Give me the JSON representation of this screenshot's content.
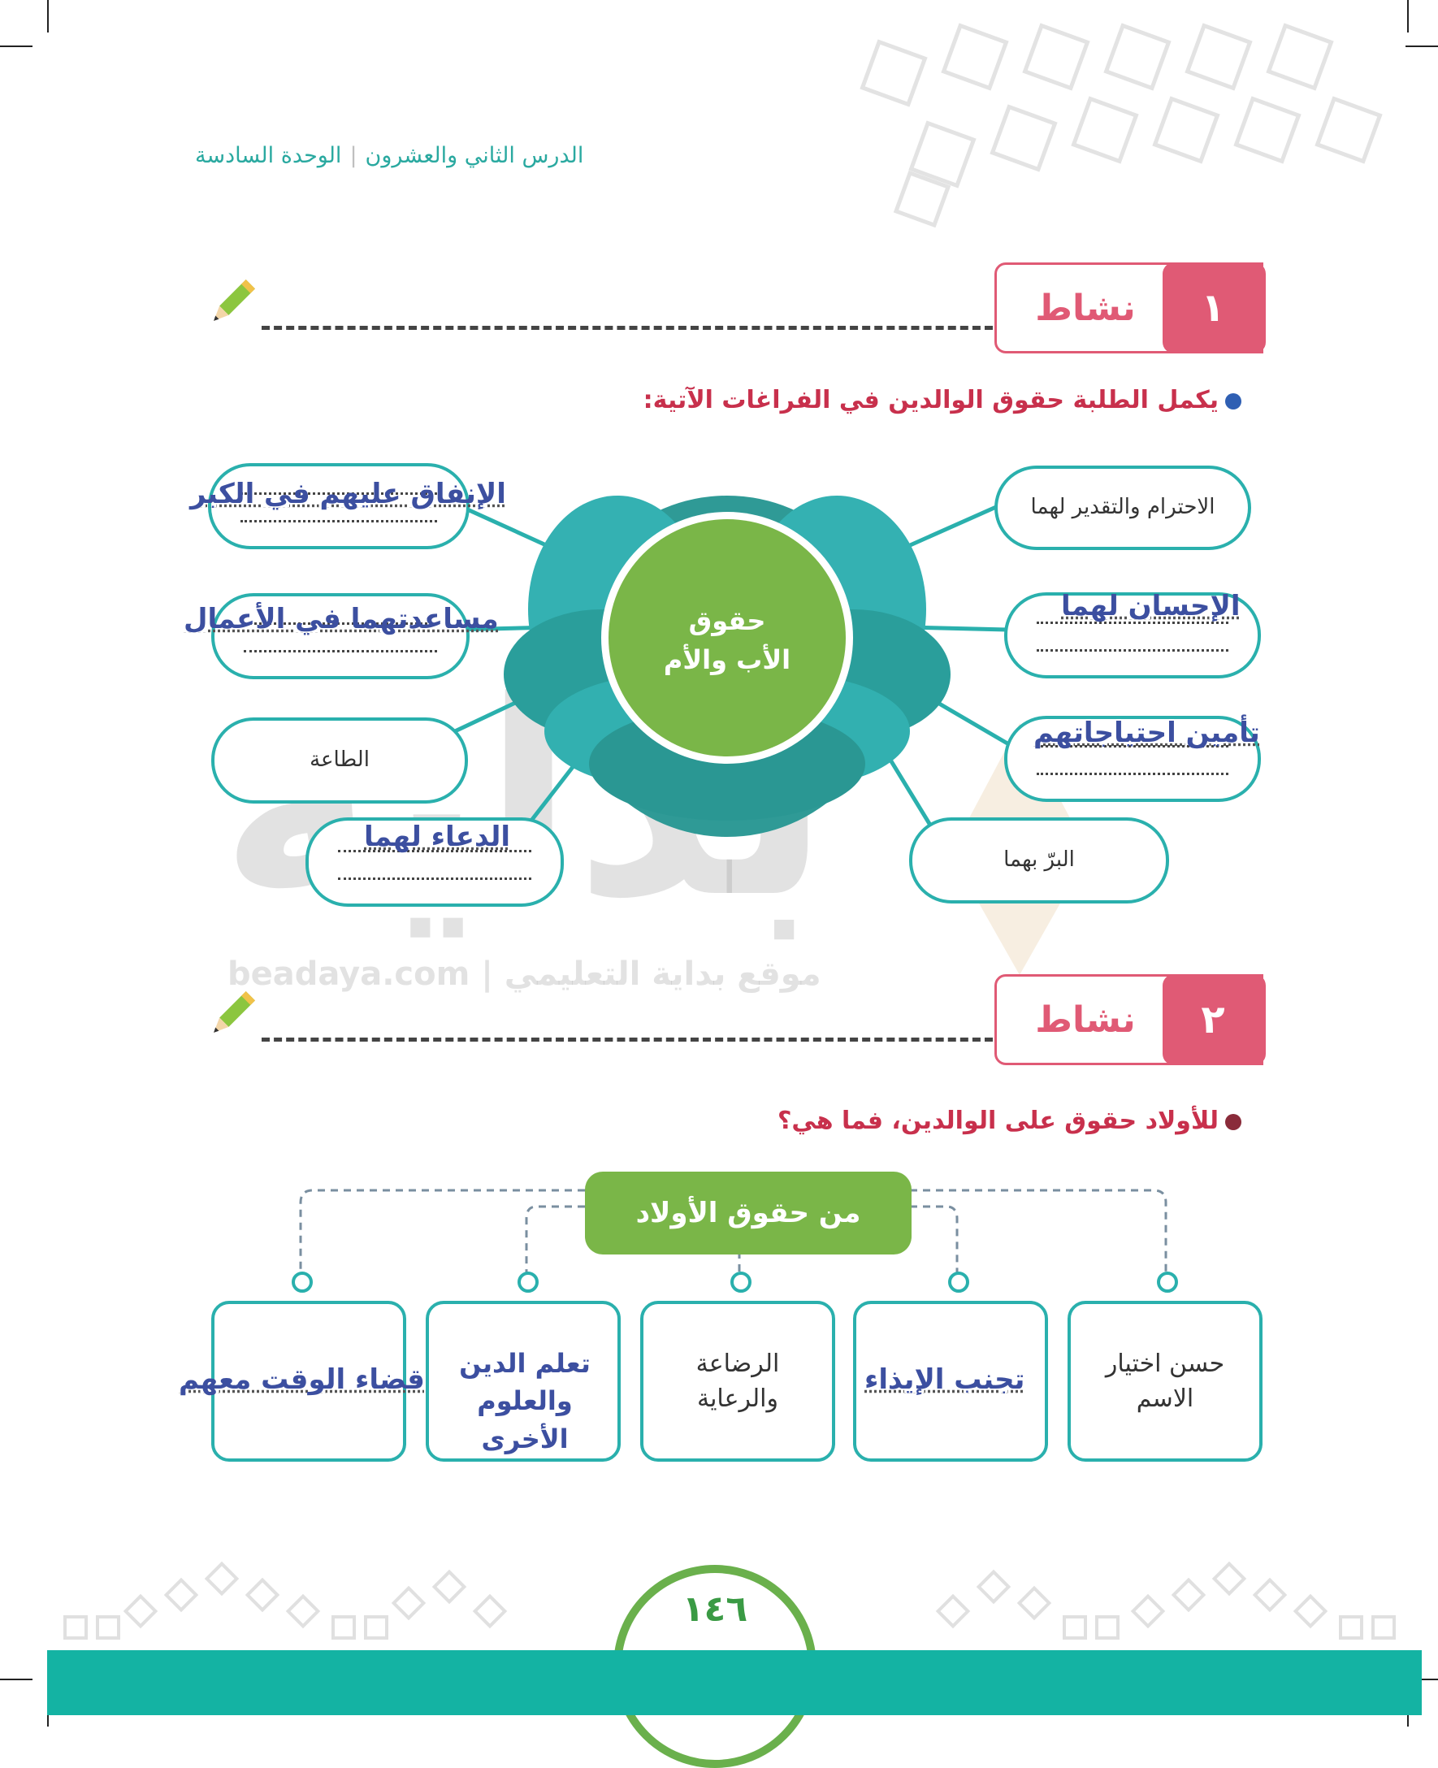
{
  "header": {
    "unit": "الوحدة السادسة",
    "lesson": "الدرس الثاني والعشرون"
  },
  "activity1": {
    "label": "نشاط",
    "number": "١",
    "question": "يكمل الطلبة حقوق الوالدين في الفراغات الآتية:",
    "center": {
      "line1": "حقوق",
      "line2": "الأب والأم"
    },
    "right_items": [
      {
        "printed": "الاحترام والتقدير لهما",
        "written": ""
      },
      {
        "printed": "",
        "written": "الإحسان لهما"
      },
      {
        "printed": "",
        "written": "تأمين احتياجاتهم"
      },
      {
        "printed": "البرّ بهما",
        "written": ""
      }
    ],
    "left_items": [
      {
        "printed": "",
        "written": "الإنفاق عليهم في الكبر"
      },
      {
        "printed": "",
        "written": "مساعدتهما في الأعمال"
      },
      {
        "printed": "الطاعة",
        "written": ""
      },
      {
        "printed": "",
        "written": "الدعاء لهما"
      }
    ]
  },
  "activity2": {
    "label": "نشاط",
    "number": "٢",
    "question": "للأولاد حقوق على الوالدين، فما هي؟",
    "header": "من حقوق الأولاد",
    "cards": [
      {
        "printed": "حسن اختيار الاسم",
        "written": ""
      },
      {
        "printed": "",
        "written": "تجنب الإيذاء"
      },
      {
        "printed": "الرضاعة والرعاية",
        "written": ""
      },
      {
        "printed": "",
        "written": "تعلم الدين والعلوم الأخرى"
      },
      {
        "printed": "",
        "written": "قضاء الوقت معهم"
      }
    ]
  },
  "watermark": {
    "brand": "بداية",
    "tagline": "موقع بداية التعليمي",
    "site": "beadaya.com"
  },
  "footer": {
    "page_number": "١٤٦"
  },
  "colors": {
    "activity": "#e05a75",
    "teal": "#2ab0ad",
    "green": "#7ab648",
    "question": "#c8304c",
    "handwriting": "#3c4fa0",
    "footer": "#14b3a3"
  }
}
